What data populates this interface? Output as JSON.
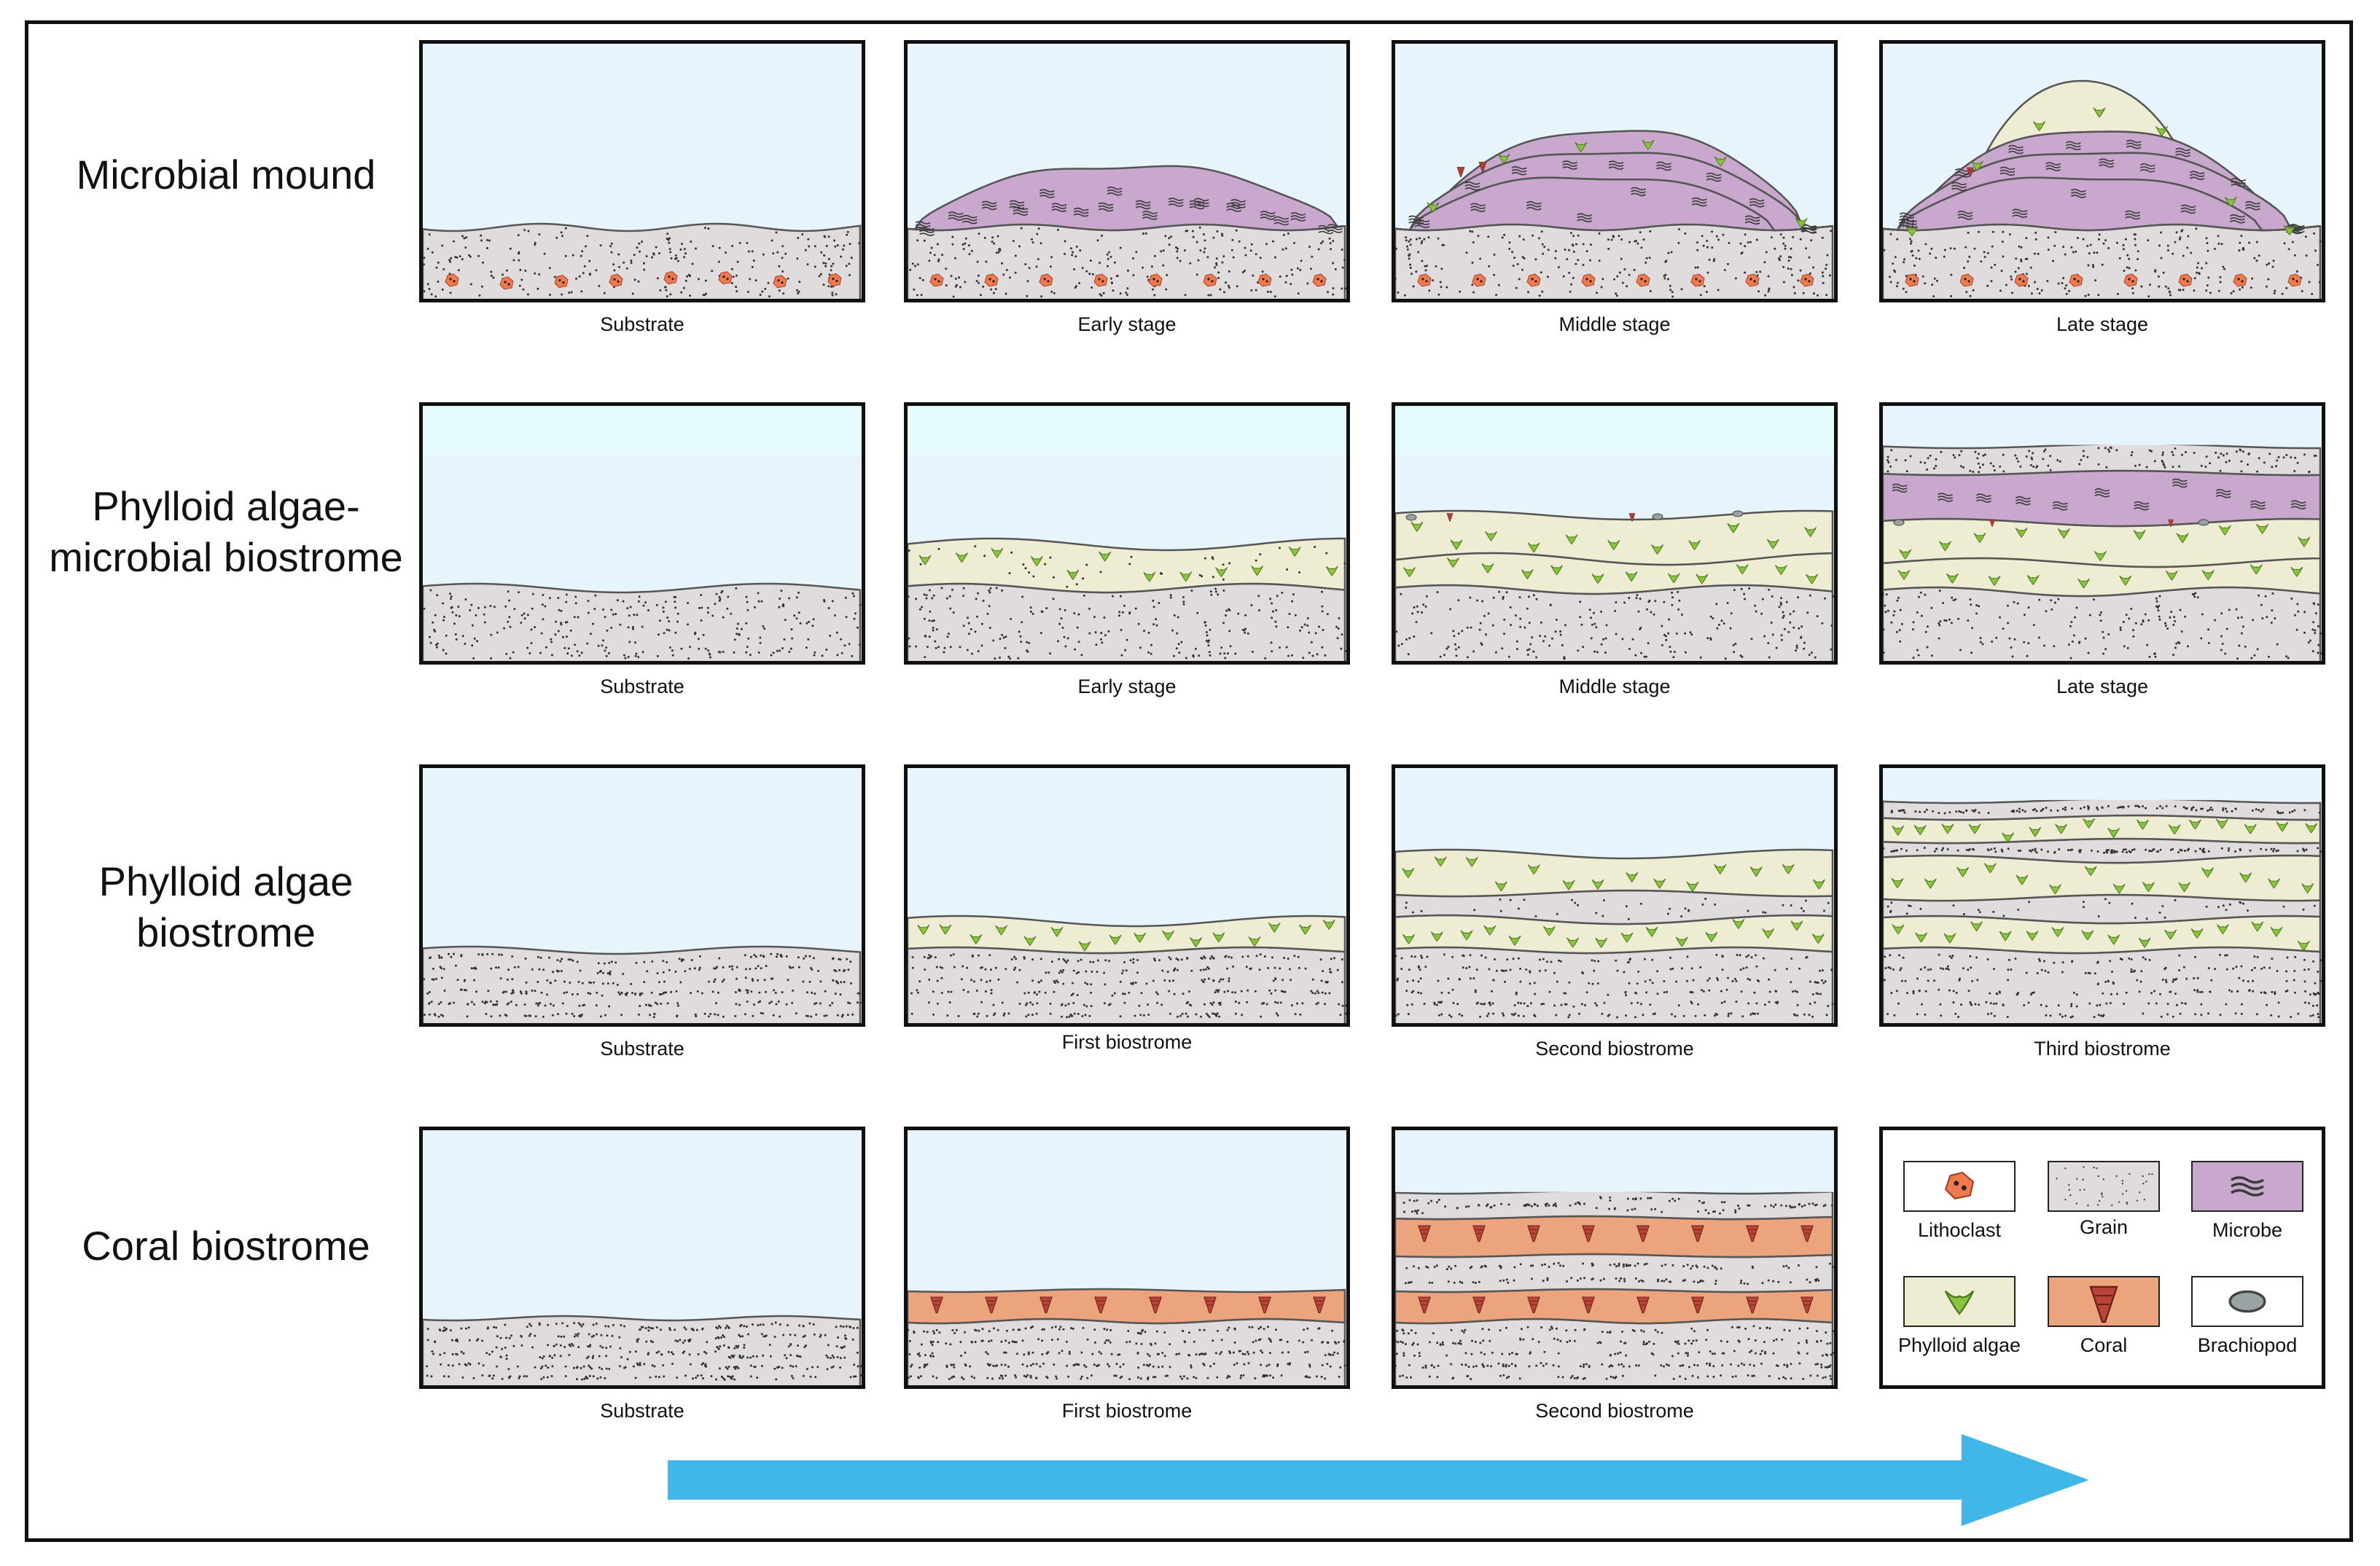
{
  "rows": [
    {
      "title": [
        "Microbial mound"
      ],
      "captions": [
        "Substrate",
        "Early stage",
        "Middle stage",
        "Late stage"
      ]
    },
    {
      "title": [
        "Phylloid algae-",
        "microbial biostrome"
      ],
      "captions": [
        "Substrate",
        "Early stage",
        "Middle stage",
        "Late stage"
      ]
    },
    {
      "title": [
        "Phylloid algae",
        "biostrome"
      ],
      "captions": [
        "Substrate",
        "First biostrome",
        "Second biostrome",
        "Third biostrome"
      ]
    },
    {
      "title": [
        "Coral biostrome"
      ],
      "captions": [
        "Substrate",
        "First biostrome",
        "Second biostrome"
      ]
    }
  ],
  "legend": [
    {
      "label": "Lithoclast",
      "icon": "lithoclast"
    },
    {
      "label": "Grain",
      "icon": "grain"
    },
    {
      "label": "Microbe",
      "icon": "microbe"
    },
    {
      "label": "Phylloid algae",
      "icon": "phylloid-algae"
    },
    {
      "label": "Coral",
      "icon": "coral"
    },
    {
      "label": "Brachiopod",
      "icon": "brachiopod"
    }
  ],
  "colors": {
    "water": "#e8f4fb",
    "sediment": "#e0dbdc",
    "microbe": "#c8a8cc",
    "algae": "#eeecd2",
    "coral": "#eba47c",
    "arrow": "#41b6e8",
    "lithoclast": "#f07a4e",
    "algae_green": "#8ac43f",
    "coral_red": "#b8443a"
  }
}
